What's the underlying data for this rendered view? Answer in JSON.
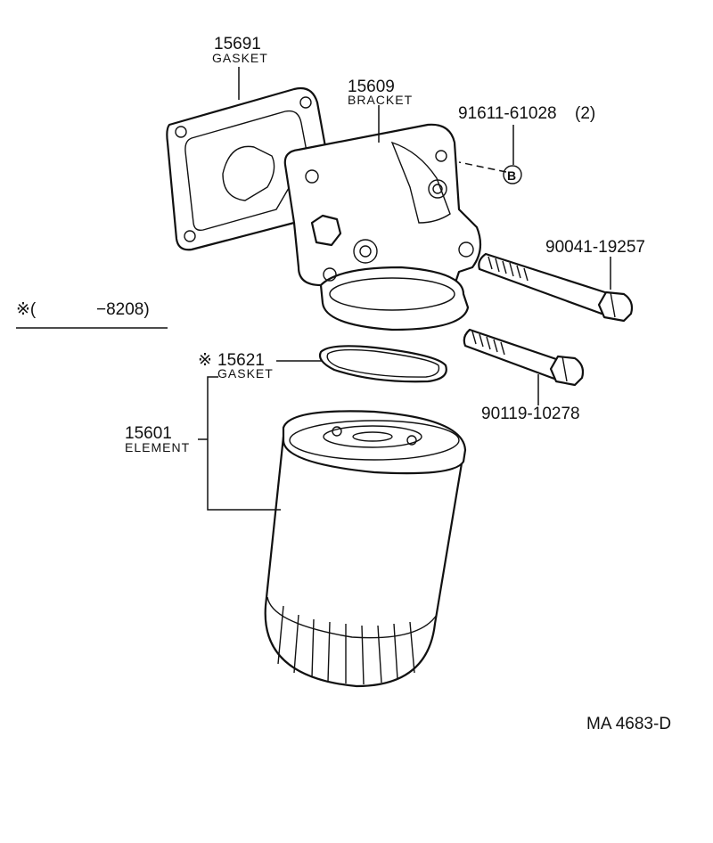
{
  "diagram": {
    "parts": {
      "gasket_top": {
        "number": "15691",
        "name": "GASKET"
      },
      "bracket": {
        "number": "15609",
        "name": "BRACKET"
      },
      "bolt_b": {
        "number": "91611-61028",
        "qty": "(2)",
        "marker": "B"
      },
      "bolt_long": {
        "number": "90041-19257"
      },
      "bolt_short": {
        "number": "90119-10278"
      },
      "gasket_ring": {
        "mark": "※",
        "number": "15621",
        "name": "GASKET"
      },
      "element": {
        "number": "15601",
        "name": "ELEMENT"
      }
    },
    "condition": {
      "text": "※(",
      "code": "−8208)"
    },
    "figure_code": "MA 4683-D"
  }
}
